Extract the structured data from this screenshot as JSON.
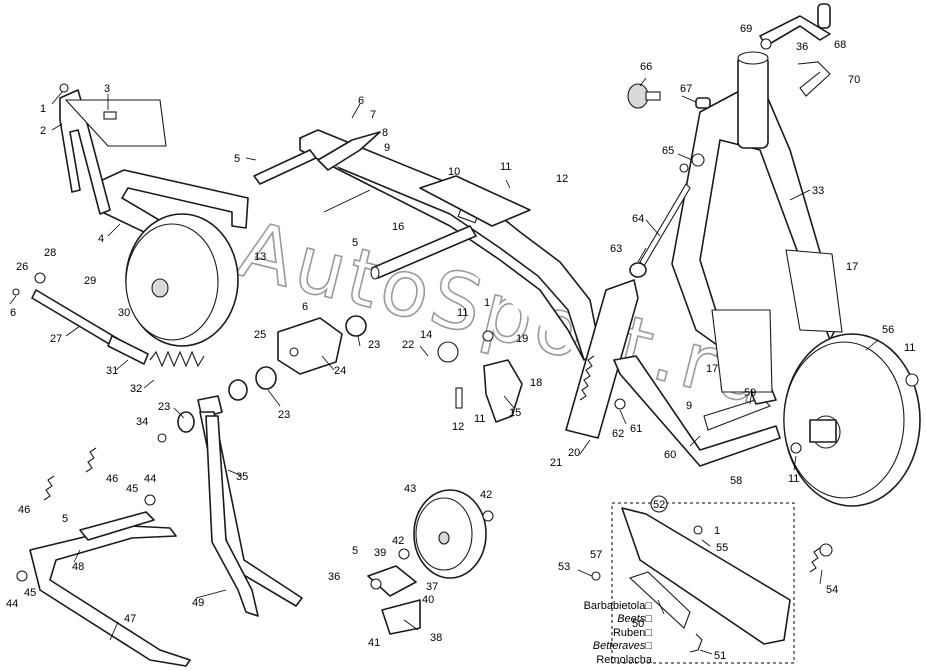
{
  "watermark": "AutoSport.ru",
  "legend": [
    "Barbabietola□",
    "Beets□",
    "Ruben□",
    "Betteraves□",
    "Remolacha"
  ],
  "callouts": [
    {
      "id": "c1a",
      "text": "1"
    },
    {
      "id": "c2",
      "text": "2"
    },
    {
      "id": "c3",
      "text": "3"
    },
    {
      "id": "c4",
      "text": "4"
    },
    {
      "id": "c5a",
      "text": "5"
    },
    {
      "id": "c5b",
      "text": "5"
    },
    {
      "id": "c5c",
      "text": "5"
    },
    {
      "id": "c5d",
      "text": "5"
    },
    {
      "id": "c6a",
      "text": "6"
    },
    {
      "id": "c6b",
      "text": "6"
    },
    {
      "id": "c7",
      "text": "7"
    },
    {
      "id": "c8",
      "text": "8"
    },
    {
      "id": "c9a",
      "text": "9"
    },
    {
      "id": "c9b",
      "text": "9"
    },
    {
      "id": "c10",
      "text": "10"
    },
    {
      "id": "c11a",
      "text": "11"
    },
    {
      "id": "c11b",
      "text": "11"
    },
    {
      "id": "c11c",
      "text": "11"
    },
    {
      "id": "c11d",
      "text": "11"
    },
    {
      "id": "c11e",
      "text": "11"
    },
    {
      "id": "c12a",
      "text": "12"
    },
    {
      "id": "c12b",
      "text": "12"
    },
    {
      "id": "c13",
      "text": "13"
    },
    {
      "id": "c14",
      "text": "14"
    },
    {
      "id": "c15",
      "text": "15"
    },
    {
      "id": "c16",
      "text": "16"
    },
    {
      "id": "c17a",
      "text": "17"
    },
    {
      "id": "c17b",
      "text": "17"
    },
    {
      "id": "c18",
      "text": "18"
    },
    {
      "id": "c19",
      "text": "19"
    },
    {
      "id": "c20",
      "text": "20"
    },
    {
      "id": "c21",
      "text": "21"
    },
    {
      "id": "c22",
      "text": "22"
    },
    {
      "id": "c23a",
      "text": "23"
    },
    {
      "id": "c23b",
      "text": "23"
    },
    {
      "id": "c23c",
      "text": "23"
    },
    {
      "id": "c24",
      "text": "24"
    },
    {
      "id": "c25",
      "text": "25"
    },
    {
      "id": "c26",
      "text": "26"
    },
    {
      "id": "c27",
      "text": "27"
    },
    {
      "id": "c28",
      "text": "28"
    },
    {
      "id": "c29",
      "text": "29"
    },
    {
      "id": "c30",
      "text": "30"
    },
    {
      "id": "c31",
      "text": "31"
    },
    {
      "id": "c32",
      "text": "32"
    },
    {
      "id": "c33",
      "text": "33"
    },
    {
      "id": "c34",
      "text": "34"
    },
    {
      "id": "c35",
      "text": "35"
    },
    {
      "id": "c36a",
      "text": "36"
    },
    {
      "id": "c36b",
      "text": "36"
    },
    {
      "id": "c37",
      "text": "37"
    },
    {
      "id": "c38",
      "text": "38"
    },
    {
      "id": "c39",
      "text": "39"
    },
    {
      "id": "c40",
      "text": "40"
    },
    {
      "id": "c41",
      "text": "41"
    },
    {
      "id": "c42a",
      "text": "42"
    },
    {
      "id": "c42b",
      "text": "42"
    },
    {
      "id": "c43",
      "text": "43"
    },
    {
      "id": "c44a",
      "text": "44"
    },
    {
      "id": "c44b",
      "text": "44"
    },
    {
      "id": "c45a",
      "text": "45"
    },
    {
      "id": "c45b",
      "text": "45"
    },
    {
      "id": "c46a",
      "text": "46"
    },
    {
      "id": "c46b",
      "text": "46"
    },
    {
      "id": "c47",
      "text": "47"
    },
    {
      "id": "c48",
      "text": "48"
    },
    {
      "id": "c49",
      "text": "49"
    },
    {
      "id": "c50",
      "text": "50"
    },
    {
      "id": "c51",
      "text": "51"
    },
    {
      "id": "c52",
      "text": "52"
    },
    {
      "id": "c53",
      "text": "53"
    },
    {
      "id": "c54",
      "text": "54"
    },
    {
      "id": "c55",
      "text": "55"
    },
    {
      "id": "c56",
      "text": "56"
    },
    {
      "id": "c57",
      "text": "57"
    },
    {
      "id": "c58",
      "text": "58"
    },
    {
      "id": "c59",
      "text": "59"
    },
    {
      "id": "c60",
      "text": "60"
    },
    {
      "id": "c61",
      "text": "61"
    },
    {
      "id": "c62",
      "text": "62"
    },
    {
      "id": "c63",
      "text": "63"
    },
    {
      "id": "c64",
      "text": "64"
    },
    {
      "id": "c65",
      "text": "65"
    },
    {
      "id": "c66",
      "text": "66"
    },
    {
      "id": "c67",
      "text": "67"
    },
    {
      "id": "c68",
      "text": "68"
    },
    {
      "id": "c69",
      "text": "69"
    },
    {
      "id": "c70",
      "text": "70"
    },
    {
      "id": "c1b",
      "text": "1"
    },
    {
      "id": "c1c",
      "text": "1"
    },
    {
      "id": "c6c",
      "text": "6"
    }
  ]
}
